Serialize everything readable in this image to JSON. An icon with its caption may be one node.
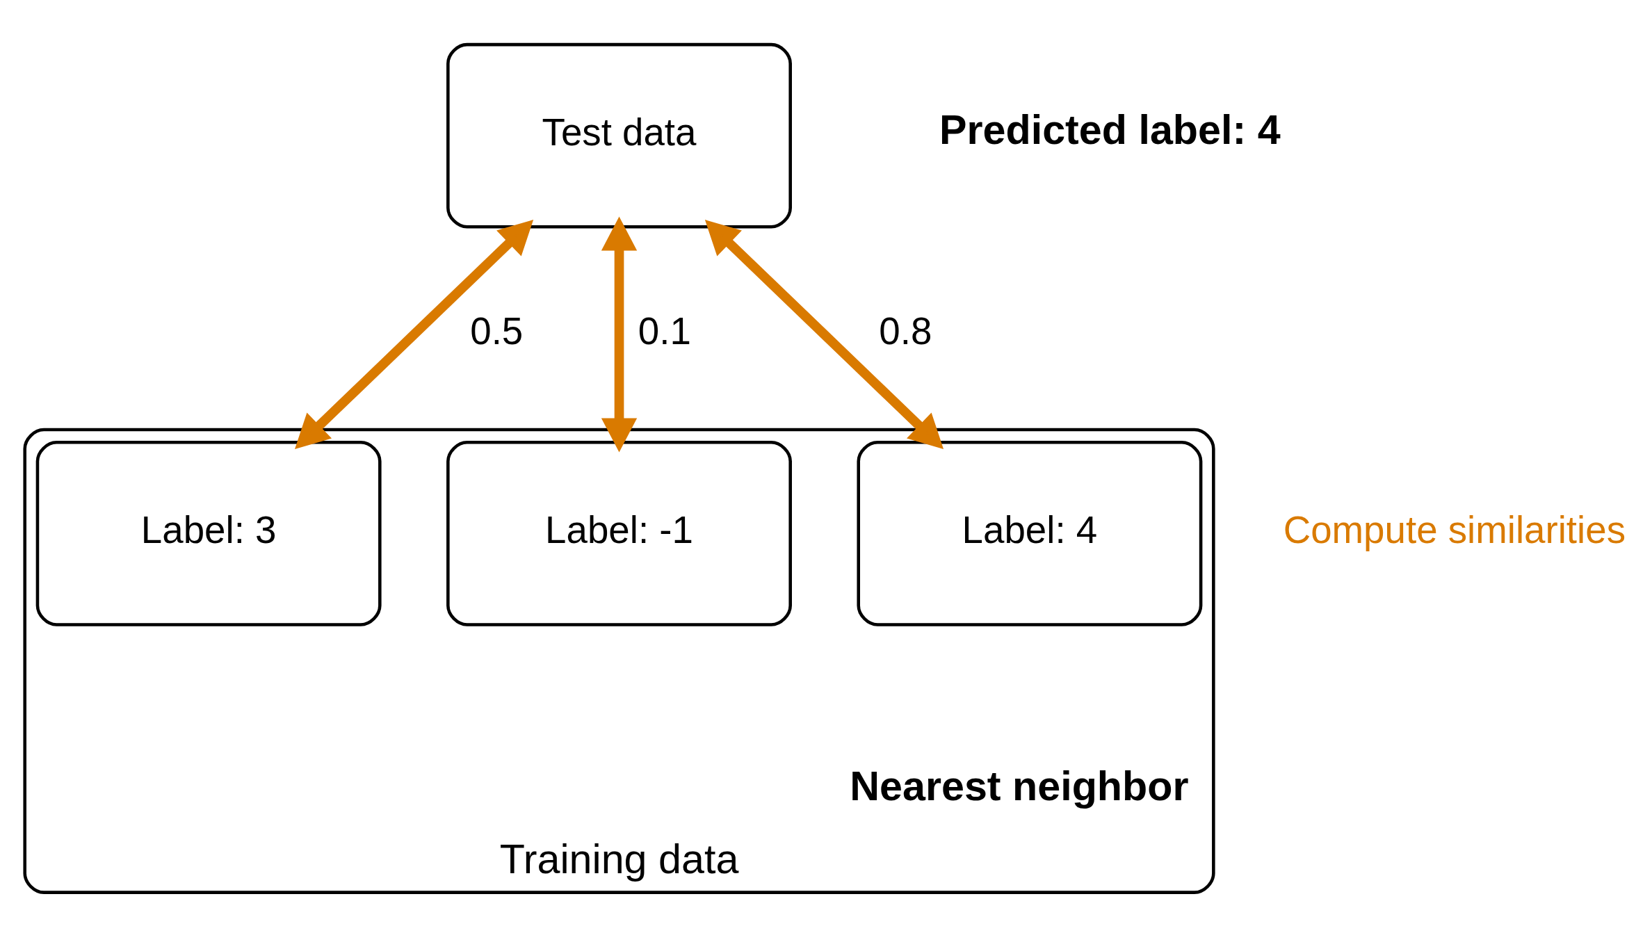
{
  "diagram": {
    "nodes": [
      {
        "text": [
          "Test data"
        ],
        "beside": [
          "Predicted label: 4"
        ]
      },
      {
        "text": [
          "Training data"
        ]
      },
      {
        "text": [
          "Label: 3"
        ],
        "in": 1
      },
      {
        "text": [
          "Label: -1"
        ],
        "in": 1
      },
      {
        "text": [
          "Label: 4"
        ],
        "in": 1,
        "beside": [
          "Nearest neighbor"
        ]
      }
    ],
    "edges": [
      {
        "from": 0,
        "to": 2,
        "arrow": "both",
        "label": "0.5"
      },
      {
        "from": 0,
        "to": 3,
        "arrow": "both",
        "label": "0.1"
      },
      {
        "from": 0,
        "to": 4,
        "arrow": "both",
        "label": "0.8"
      }
    ],
    "labels": [
      "Compute similarities"
    ]
  }
}
